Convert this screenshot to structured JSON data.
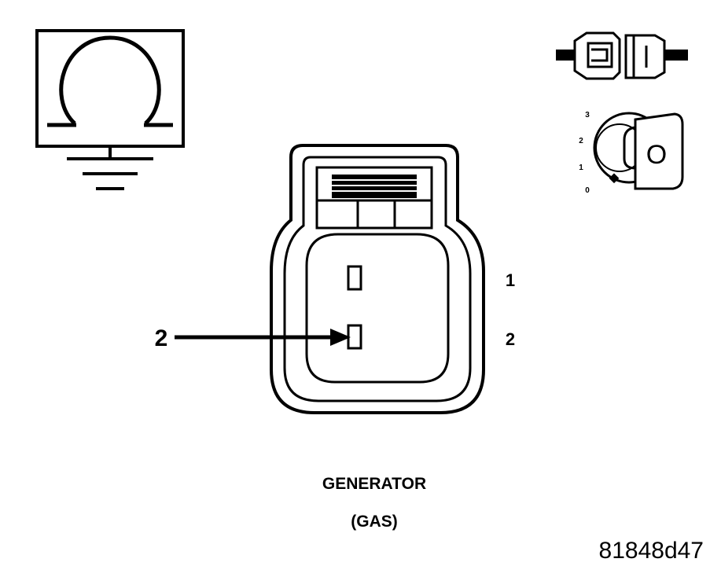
{
  "icons": {
    "ohmmeter": "ohmmeter-icon",
    "disconnect": "connector-disconnect-icon",
    "ignition": "ignition-key-off-icon"
  },
  "ignition_positions": [
    "0",
    "1",
    "2",
    "3"
  ],
  "ignition_key_label": "O",
  "connector": {
    "pin_labels": [
      "1",
      "2"
    ],
    "probe_callout": "2"
  },
  "caption": {
    "line1": "GENERATOR",
    "line2": "(GAS)"
  },
  "figure_id": "81848d47"
}
